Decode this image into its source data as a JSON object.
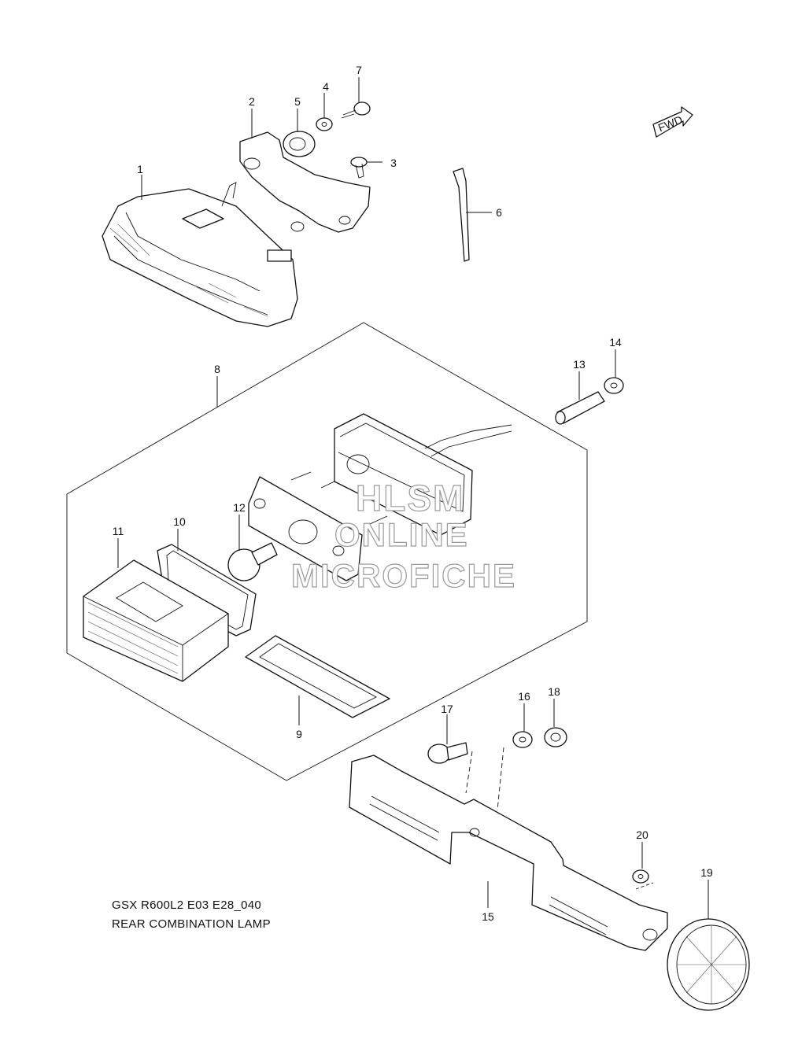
{
  "diagram": {
    "caption_line1": "GSX R600L2 E03 E28_040",
    "caption_line2": "REAR COMBINATION LAMP",
    "fwd_arrow_label": "FWD",
    "watermark": {
      "line1": "HLSM",
      "line2": "ONLINE",
      "line3": "MICROFICHE"
    },
    "callouts": [
      "1",
      "2",
      "3",
      "4",
      "5",
      "6",
      "7",
      "8",
      "9",
      "10",
      "11",
      "12",
      "13",
      "14",
      "15",
      "16",
      "17",
      "18",
      "19",
      "20"
    ]
  }
}
